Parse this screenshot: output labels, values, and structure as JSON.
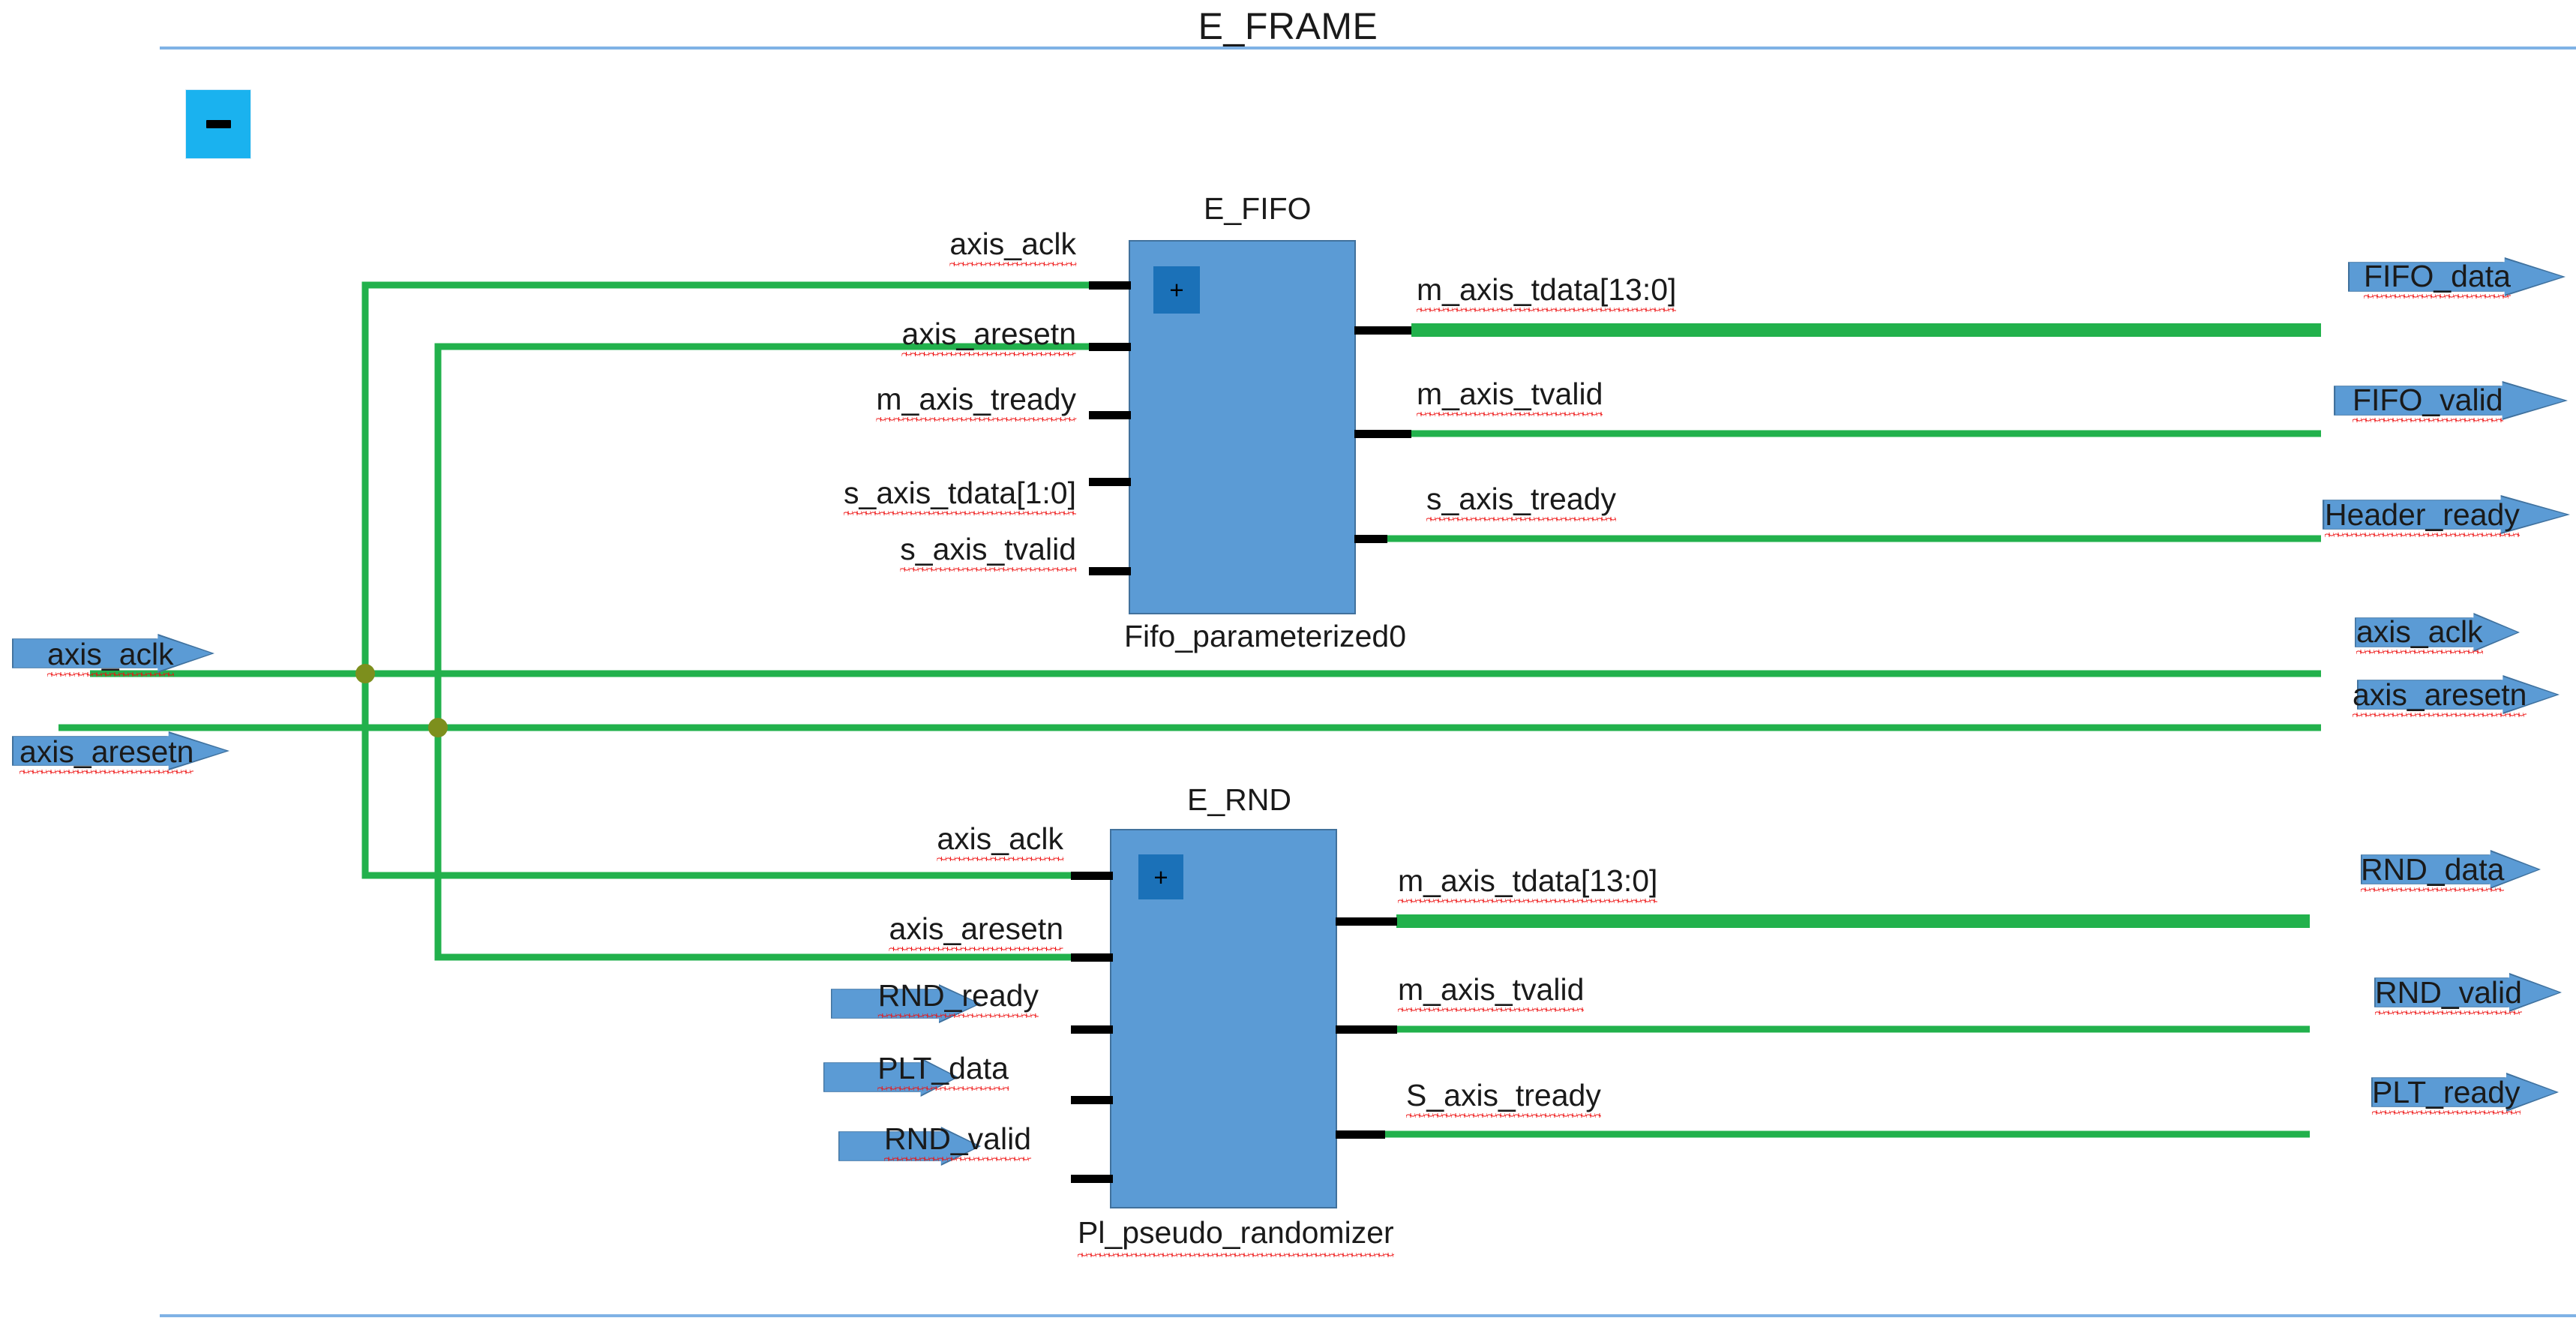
{
  "page": {
    "title": "E_FRAME",
    "background": "#ffffff",
    "rule_color": "#7fb2e5"
  },
  "colors": {
    "block_fill": "#5b9bd5",
    "block_border": "#41719c",
    "expand_btn": "#1b71b8",
    "collapse_btn": "#1ab2ef",
    "wire": "#22b14c",
    "junction": "#7d8f1d",
    "stub": "#000000",
    "spellcheck": "#ee1111"
  },
  "collapse_button": {
    "icon": "minus-icon",
    "label": "-"
  },
  "blocks": [
    {
      "id": "fifo",
      "title": "E_FIFO",
      "subtitle": "Fifo_parameterized0",
      "expand_icon": "plus-icon",
      "expand_label": "+",
      "inputs": [
        {
          "label": "axis_aclk"
        },
        {
          "label": "axis_aresetn"
        },
        {
          "label": "m_axis_tready"
        },
        {
          "label": "s_axis_tdata[1:0]"
        },
        {
          "label": "s_axis_tvalid"
        }
      ],
      "outputs": [
        {
          "label": "m_axis_tdata[13:0]",
          "bus": true
        },
        {
          "label": "m_axis_tvalid",
          "bus": false
        },
        {
          "label": "s_axis_tready",
          "bus": false
        }
      ]
    },
    {
      "id": "rnd",
      "title": "E_RND",
      "subtitle": "Pl_pseudo_randomizer",
      "expand_icon": "plus-icon",
      "expand_label": "+",
      "inputs": [
        {
          "label": "axis_aclk"
        },
        {
          "label": "axis_aresetn"
        },
        {
          "label": "RND_ready"
        },
        {
          "label": "PLT_data"
        },
        {
          "label": "RND_valid"
        }
      ],
      "outputs": [
        {
          "label": "m_axis_tdata[13:0]",
          "bus": true
        },
        {
          "label": "m_axis_tvalid",
          "bus": false
        },
        {
          "label": "S_axis_tready",
          "bus": false
        }
      ]
    }
  ],
  "input_ports": [
    {
      "label": "axis_aclk"
    },
    {
      "label": "axis_aresetn"
    }
  ],
  "inline_input_tags": [
    {
      "label": "RND_ready"
    },
    {
      "label": "PLT_data"
    },
    {
      "label": "RND_valid"
    }
  ],
  "output_ports": [
    {
      "label": "FIFO_data"
    },
    {
      "label": "FIFO_valid"
    },
    {
      "label": "Header_ready"
    },
    {
      "label": "axis_aclk"
    },
    {
      "label": "axis_aresetn"
    },
    {
      "label": "RND_data"
    },
    {
      "label": "RND_valid"
    },
    {
      "label": "PLT_ready"
    }
  ]
}
